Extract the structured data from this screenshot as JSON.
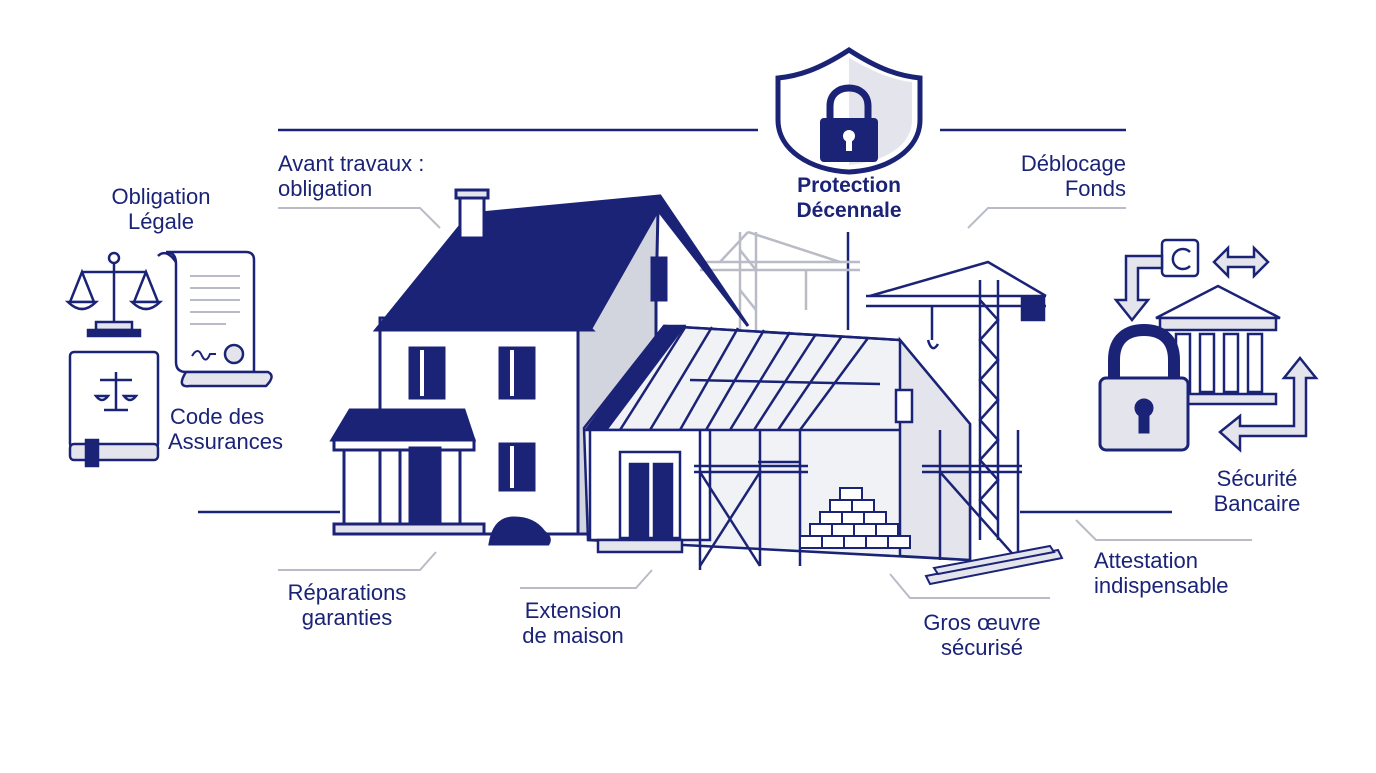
{
  "colors": {
    "navy": "#1b2377",
    "light_gray": "#e4e5ec",
    "mid_gray": "#c6c8d3",
    "connector_gray": "#b9bcc6"
  },
  "center": {
    "title_line1": "Protection",
    "title_line2": "Décennale",
    "icon": "shield-lock-icon"
  },
  "labels": {
    "avant_travaux": [
      "Avant travaux :",
      "obligation"
    ],
    "obligation_legale": [
      "Obligation",
      "Légale"
    ],
    "code_assurances": [
      "Code des",
      "Assurances"
    ],
    "deblocage_fonds": [
      "Déblocage",
      "Fonds"
    ],
    "securite_bancaire": [
      "Sécurité",
      "Bancaire"
    ],
    "attestation": [
      "Attestation",
      "indispensable"
    ],
    "reparations": [
      "Réparations",
      "garanties"
    ],
    "extension": [
      "Extension",
      "de maison"
    ],
    "gros_oeuvre": [
      "Gros œuvre",
      "sécurisé"
    ]
  },
  "icons": [
    "scales-icon",
    "contract-scroll-icon",
    "law-book-icon",
    "bank-icon",
    "padlock-icon",
    "transfer-arrows-icon",
    "crane-icon",
    "house-icon",
    "scaffolding-icon",
    "bricks-icon"
  ]
}
